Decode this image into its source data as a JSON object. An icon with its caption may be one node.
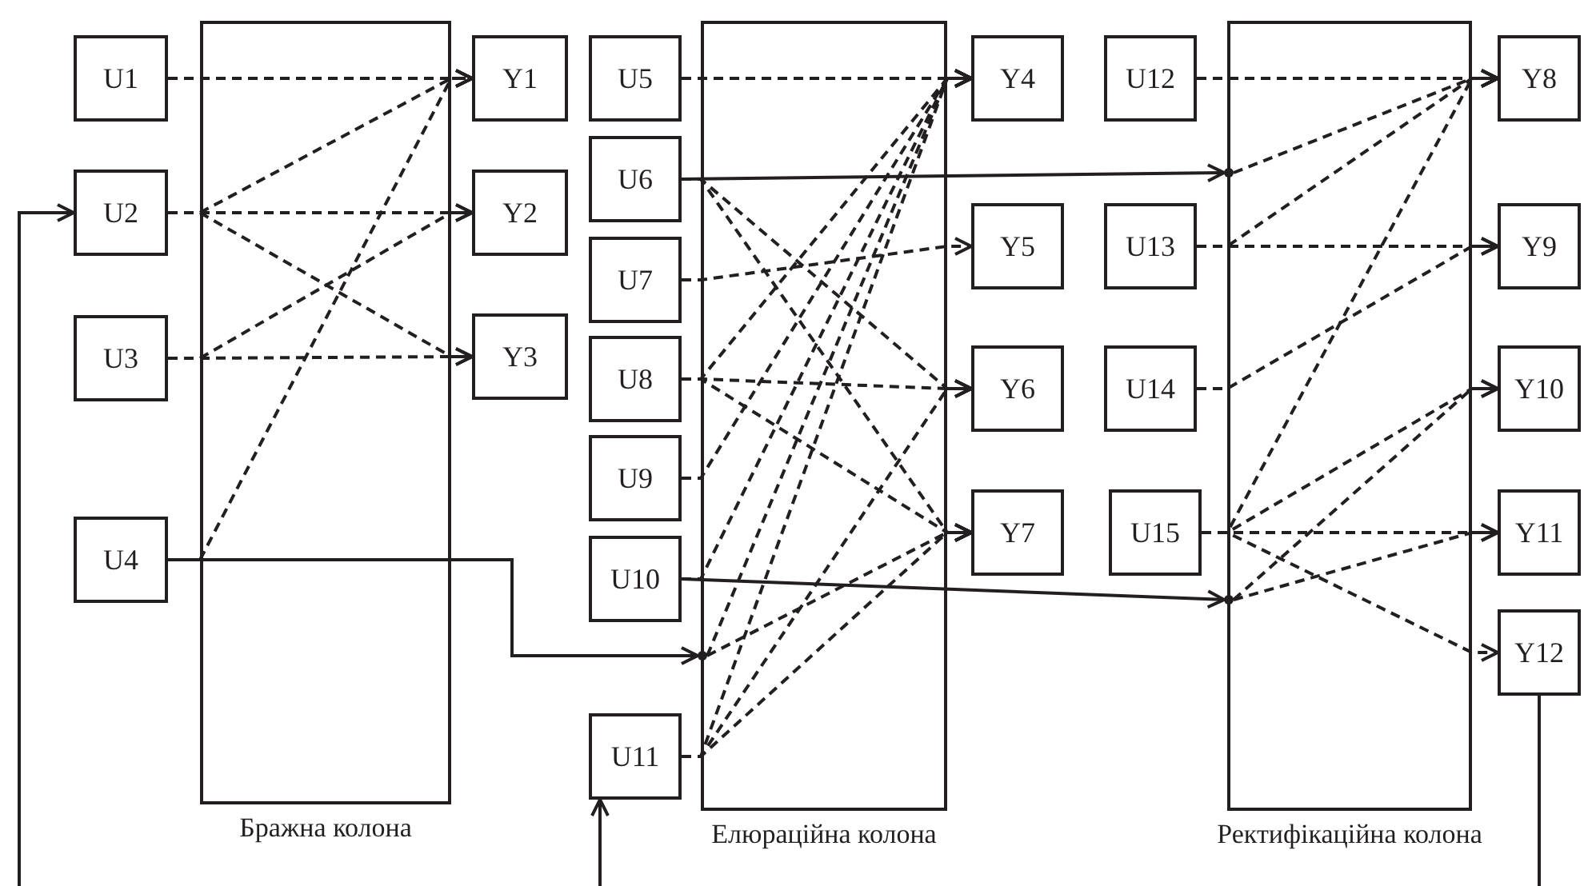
{
  "diagram": {
    "nodes": [
      {
        "text": [],
        "shape": "circle"
      },
      {
        "text": [],
        "shape": "circle"
      },
      {
        "text": [],
        "shape": "circle"
      },
      {
        "text": [
          "U1"
        ]
      },
      {
        "text": [
          "U2"
        ]
      },
      {
        "text": [
          "U3"
        ]
      },
      {
        "text": [
          "U4"
        ]
      },
      {
        "text": [
          "U5"
        ]
      },
      {
        "text": [
          "U6"
        ]
      },
      {
        "text": [
          "U7"
        ]
      },
      {
        "text": [
          "U8"
        ]
      },
      {
        "text": [
          "U9"
        ]
      },
      {
        "text": [
          "U10"
        ]
      },
      {
        "text": [
          "U11"
        ]
      },
      {
        "text": [
          "U12"
        ]
      },
      {
        "text": [
          "U13"
        ]
      },
      {
        "text": [
          "U14"
        ]
      },
      {
        "text": [
          "U15"
        ]
      },
      {
        "text": [
          "Y1"
        ]
      },
      {
        "text": [
          "Y2"
        ]
      },
      {
        "text": [
          "Y3"
        ]
      },
      {
        "text": [
          "Y4"
        ]
      },
      {
        "text": [
          "Y5"
        ]
      },
      {
        "text": [
          "Y6"
        ]
      },
      {
        "text": [
          "Y7"
        ]
      },
      {
        "text": [
          "Y8"
        ]
      },
      {
        "text": [
          "Y9"
        ]
      },
      {
        "text": [
          "Y10"
        ]
      },
      {
        "text": [
          "Y11"
        ]
      },
      {
        "text": [
          "Y12"
        ]
      }
    ],
    "edges": [
      {
        "from": 3,
        "to": 18,
        "arrow": "to",
        "style": "dashed"
      },
      {
        "from": 4,
        "to": 18,
        "arrow": "to",
        "style": "dashed"
      },
      {
        "from": 4,
        "to": 19,
        "arrow": "to",
        "style": "dashed"
      },
      {
        "from": 4,
        "to": 20,
        "arrow": "to",
        "style": "dashed"
      },
      {
        "from": 5,
        "to": 19,
        "arrow": "to",
        "style": "dashed"
      },
      {
        "from": 5,
        "to": 20,
        "arrow": "to",
        "style": "dashed"
      },
      {
        "from": 6,
        "to": 18,
        "arrow": "to",
        "style": "dashed"
      },
      {
        "from": 6,
        "to": 0,
        "arrow": "to"
      },
      {
        "from": 7,
        "to": 21,
        "arrow": "to",
        "style": "dashed"
      },
      {
        "from": 8,
        "to": 23,
        "arrow": "to",
        "style": "dashed"
      },
      {
        "from": 8,
        "to": 24,
        "arrow": "to",
        "style": "dashed"
      },
      {
        "from": 9,
        "to": 22,
        "arrow": "to",
        "style": "dashed"
      },
      {
        "from": 10,
        "to": 21,
        "arrow": "to",
        "style": "dashed"
      },
      {
        "from": 10,
        "to": 23,
        "arrow": "to",
        "style": "dashed"
      },
      {
        "from": 10,
        "to": 24,
        "arrow": "to",
        "style": "dashed"
      },
      {
        "from": 11,
        "to": 21,
        "arrow": "to",
        "style": "dashed"
      },
      {
        "from": 12,
        "to": 21,
        "arrow": "to",
        "style": "dashed"
      },
      {
        "from": 0,
        "to": 21,
        "arrow": "to",
        "style": "dashed"
      },
      {
        "from": 0,
        "to": 24,
        "arrow": "to",
        "style": "dashed"
      },
      {
        "from": 13,
        "to": 21,
        "arrow": "to",
        "style": "dashed"
      },
      {
        "from": 13,
        "to": 23,
        "arrow": "to",
        "style": "dashed"
      },
      {
        "from": 13,
        "to": 24,
        "arrow": "to",
        "style": "dashed"
      },
      {
        "from": 8,
        "to": 1,
        "arrow": "to"
      },
      {
        "from": 12,
        "to": 2,
        "arrow": "to"
      },
      {
        "from": 14,
        "to": 25,
        "arrow": "to",
        "style": "dashed"
      },
      {
        "from": 1,
        "to": 25,
        "arrow": "to",
        "style": "dashed"
      },
      {
        "from": 15,
        "to": 25,
        "arrow": "to",
        "style": "dashed"
      },
      {
        "from": 15,
        "to": 26,
        "arrow": "to",
        "style": "dashed"
      },
      {
        "from": 16,
        "to": 26,
        "arrow": "to",
        "style": "dashed"
      },
      {
        "from": 17,
        "to": 25,
        "arrow": "to",
        "style": "dashed"
      },
      {
        "from": 17,
        "to": 27,
        "arrow": "to",
        "style": "dashed"
      },
      {
        "from": 17,
        "to": 28,
        "arrow": "to",
        "style": "dashed"
      },
      {
        "from": 17,
        "to": 29,
        "arrow": "to",
        "style": "dashed"
      },
      {
        "from": 2,
        "to": 27,
        "arrow": "to",
        "style": "dashed"
      },
      {
        "from": 2,
        "to": 28,
        "arrow": "to",
        "style": "dashed"
      },
      {
        "from": null,
        "to": 4,
        "arrow": "to"
      },
      {
        "from": null,
        "to": 13,
        "arrow": "to"
      },
      {
        "from": 29,
        "to": null,
        "arrow": "none"
      }
    ],
    "labels": [
      "Бражна колона",
      "Елюраційна колона",
      "Ректифікаційна колона"
    ]
  }
}
